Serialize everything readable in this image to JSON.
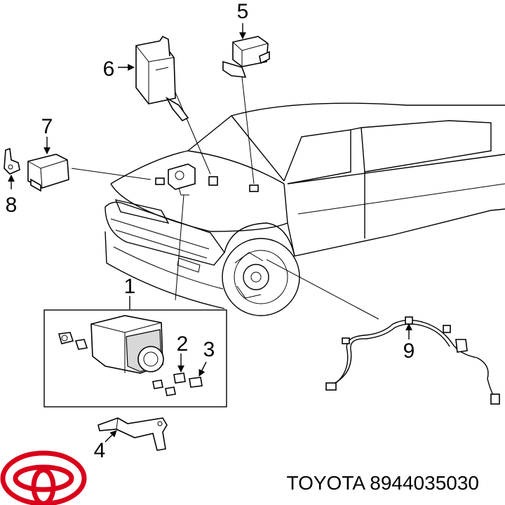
{
  "callouts": {
    "c1": "1",
    "c2": "2",
    "c3": "3",
    "c4": "4",
    "c5": "5",
    "c6": "6",
    "c7": "7",
    "c8": "8",
    "c9": "9"
  },
  "caption": {
    "text": "TOYOTA 8944035030"
  },
  "logo": {
    "color": "#d9001b",
    "icon": "toyota-logo-icon"
  }
}
